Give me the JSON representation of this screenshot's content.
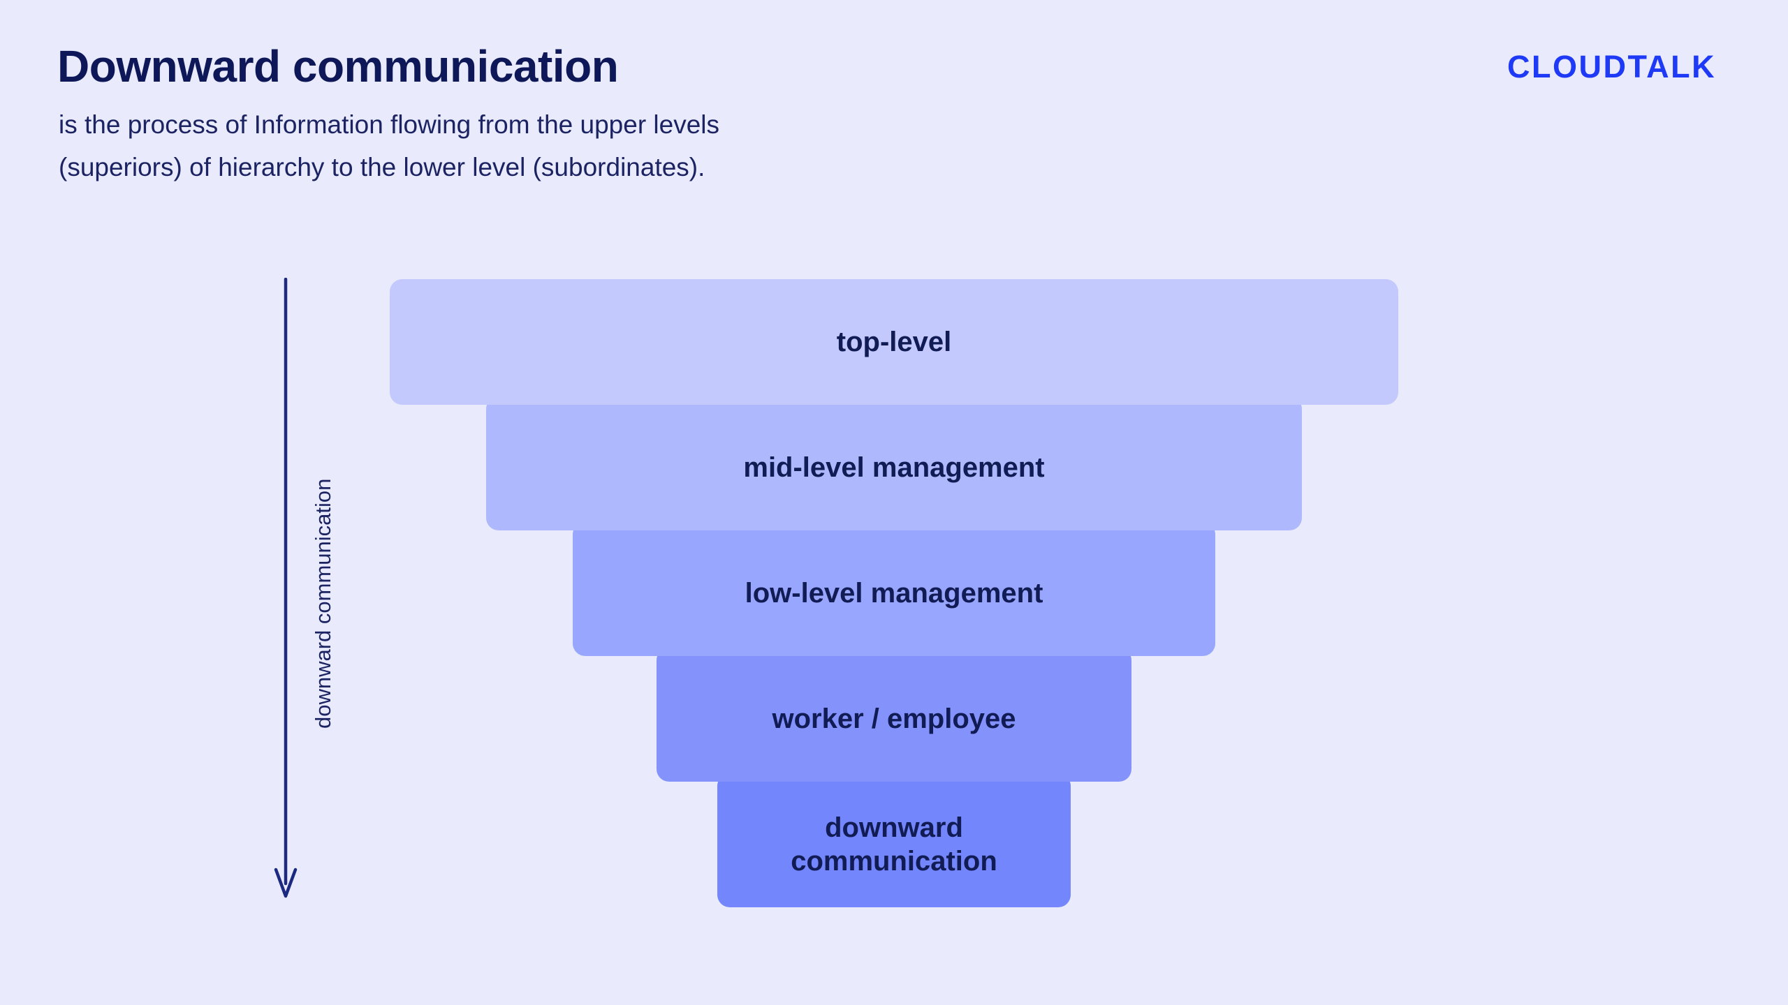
{
  "page": {
    "background_color": "#e9ebfc"
  },
  "header": {
    "title": "Downward communication",
    "subtitle_lines": [
      "is the process of Information flowing from the upper levels",
      "(superiors) of hierarchy to the lower level (subordinates)."
    ],
    "logo_text": "CLOUDTALK",
    "logo_color": "#1e3af6"
  },
  "diagram": {
    "type": "inverted-pyramid-funnel",
    "axis_label": "downward communication",
    "arrow_color": "#1b2a80",
    "label_color": "#111b54",
    "levels": [
      {
        "label": "top-level",
        "color": "#c3c9fc"
      },
      {
        "label": "mid-level management",
        "color": "#aeb8fd"
      },
      {
        "label": "low-level management",
        "color": "#99a6fd"
      },
      {
        "label": "worker / employee",
        "color": "#8493fc"
      },
      {
        "label": "downward communication",
        "color": "#7486fb"
      }
    ]
  }
}
